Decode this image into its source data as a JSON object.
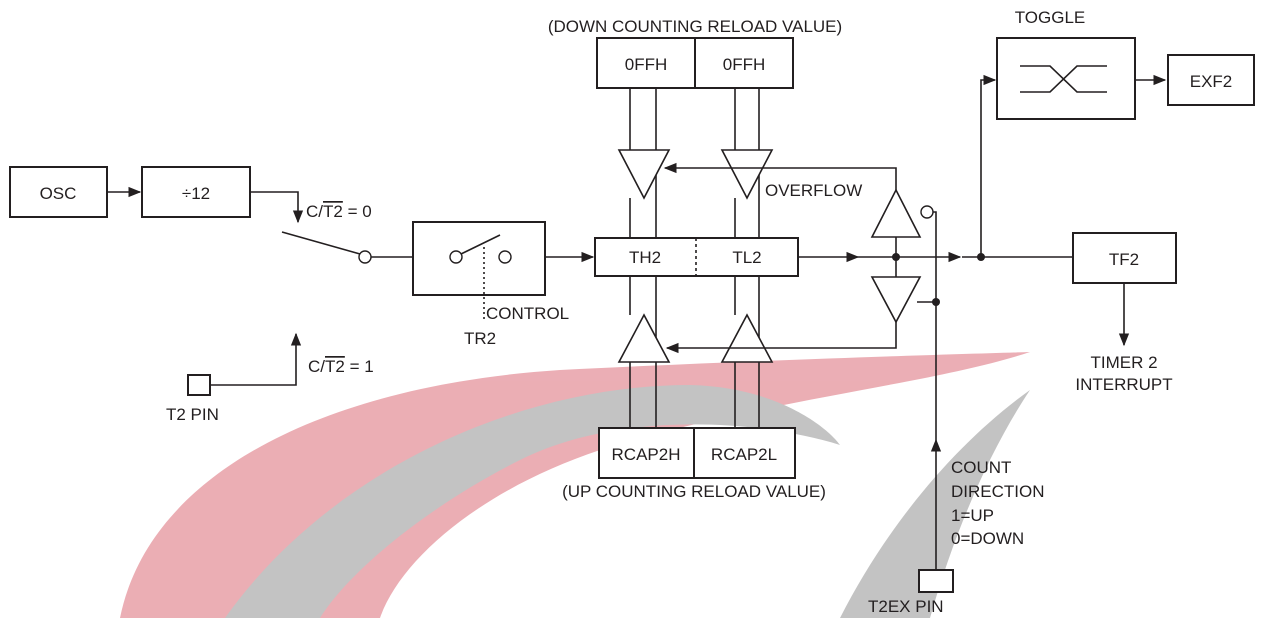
{
  "colors": {
    "ink": "#231f20",
    "watermark_red": "#e8a0a8",
    "watermark_gray": "#b9b9b9"
  },
  "labels": {
    "down_reload": "(DOWN COUNTING RELOAD VALUE)",
    "up_reload": "(UP COUNTING RELOAD VALUE)",
    "toggle": "TOGGLE",
    "overflow": "OVERFLOW",
    "control": "CONTROL",
    "tr2": "TR2",
    "ct2_eq0_prefix": "C/",
    "ct2_eq0_bar": "T2",
    "ct2_eq0_suffix": " = 0",
    "ct2_eq1_prefix": "C/",
    "ct2_eq1_bar": "T2",
    "ct2_eq1_suffix": " = 1",
    "t2_pin": "T2 PIN",
    "t2ex_pin": "T2EX PIN",
    "timer2_interrupt_line1": "TIMER 2",
    "timer2_interrupt_line2": "INTERRUPT",
    "count_direction": [
      "COUNT",
      "DIRECTION",
      "1=UP",
      "0=DOWN"
    ]
  },
  "blocks": {
    "osc": "OSC",
    "div12": "÷12",
    "reload_high": "0FFH",
    "reload_low": "0FFH",
    "th2": "TH2",
    "tl2": "TL2",
    "rcap2h": "RCAP2H",
    "rcap2l": "RCAP2L",
    "tf2": "TF2",
    "exf2": "EXF2"
  },
  "watermark": {
    "present": true,
    "description_name": "red-gray-swoosh-watermark"
  }
}
